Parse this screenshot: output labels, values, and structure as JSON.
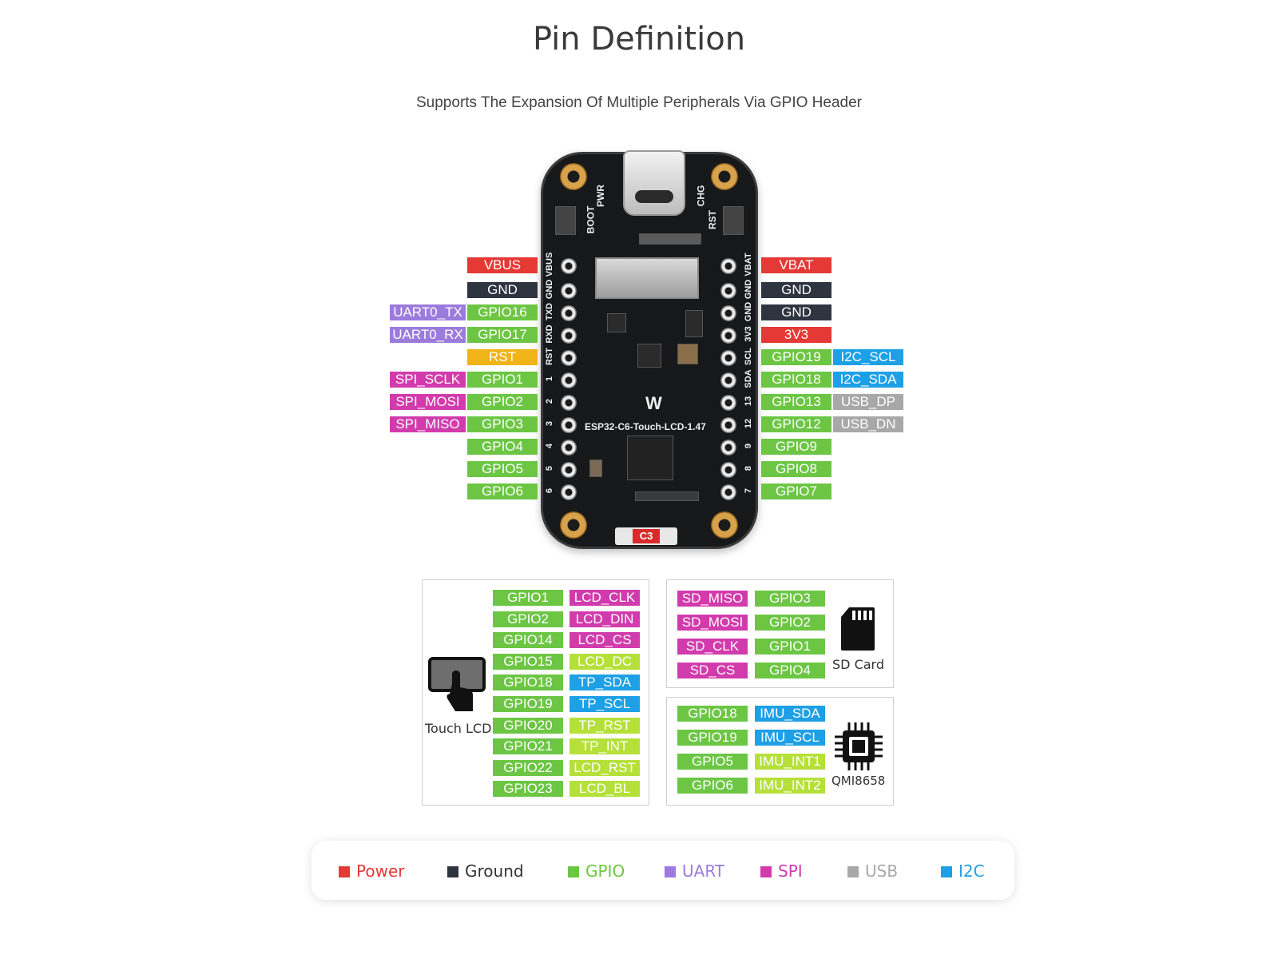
{
  "page": {
    "title": "Pin Definition",
    "subtitle": "Supports The Expansion Of Multiple Peripherals Via GPIO Header"
  },
  "colors": {
    "power": "#e53935",
    "ground": "#2e3440",
    "gpio": "#6cc644",
    "uart": "#9b7bdc",
    "spi": "#d23bac",
    "rst": "#f0b418",
    "i2c": "#1ea0e6",
    "usb": "#a8a8a8",
    "yellow_green": "#b5e03a"
  },
  "board": {
    "model_text": "ESP32-C6-Touch-LCD-1.47",
    "chip_badge": "C3",
    "silkscreen": {
      "boot": "BOOT",
      "pwr": "PWR",
      "chg": "CHG",
      "rst": "RST",
      "left_pins": [
        "VBUS",
        "GND",
        "TXD",
        "RXD",
        "RST",
        "1",
        "2",
        "3",
        "4",
        "5",
        "6"
      ],
      "right_pins": [
        "VBAT",
        "GND",
        "GND",
        "3V3",
        "SCL",
        "SDA",
        "13",
        "12",
        "9",
        "8",
        "7"
      ]
    }
  },
  "left_header": [
    {
      "pin": "VBUS",
      "pin_type": "power",
      "func": "",
      "func_type": ""
    },
    {
      "pin": "GND",
      "pin_type": "ground",
      "func": "",
      "func_type": ""
    },
    {
      "pin": "GPIO16",
      "pin_type": "gpio",
      "func": "UART0_TX",
      "func_type": "uart"
    },
    {
      "pin": "GPIO17",
      "pin_type": "gpio",
      "func": "UART0_RX",
      "func_type": "uart"
    },
    {
      "pin": "RST",
      "pin_type": "rst",
      "func": "",
      "func_type": ""
    },
    {
      "pin": "GPIO1",
      "pin_type": "gpio",
      "func": "SPI_SCLK",
      "func_type": "spi"
    },
    {
      "pin": "GPIO2",
      "pin_type": "gpio",
      "func": "SPI_MOSI",
      "func_type": "spi"
    },
    {
      "pin": "GPIO3",
      "pin_type": "gpio",
      "func": "SPI_MISO",
      "func_type": "spi"
    },
    {
      "pin": "GPIO4",
      "pin_type": "gpio",
      "func": "",
      "func_type": ""
    },
    {
      "pin": "GPIO5",
      "pin_type": "gpio",
      "func": "",
      "func_type": ""
    },
    {
      "pin": "GPIO6",
      "pin_type": "gpio",
      "func": "",
      "func_type": ""
    }
  ],
  "right_header": [
    {
      "pin": "VBAT",
      "pin_type": "power",
      "func": "",
      "func_type": ""
    },
    {
      "pin": "GND",
      "pin_type": "ground",
      "func": "",
      "func_type": ""
    },
    {
      "pin": "GND",
      "pin_type": "ground",
      "func": "",
      "func_type": ""
    },
    {
      "pin": "3V3",
      "pin_type": "power",
      "func": "",
      "func_type": ""
    },
    {
      "pin": "GPIO19",
      "pin_type": "gpio",
      "func": "I2C_SCL",
      "func_type": "i2c"
    },
    {
      "pin": "GPIO18",
      "pin_type": "gpio",
      "func": "I2C_SDA",
      "func_type": "i2c"
    },
    {
      "pin": "GPIO13",
      "pin_type": "gpio",
      "func": "USB_DP",
      "func_type": "usb"
    },
    {
      "pin": "GPIO12",
      "pin_type": "gpio",
      "func": "USB_DN",
      "func_type": "usb"
    },
    {
      "pin": "GPIO9",
      "pin_type": "gpio",
      "func": "",
      "func_type": ""
    },
    {
      "pin": "GPIO8",
      "pin_type": "gpio",
      "func": "",
      "func_type": ""
    },
    {
      "pin": "GPIO7",
      "pin_type": "gpio",
      "func": "",
      "func_type": ""
    }
  ],
  "touch_lcd": {
    "label": "Touch LCD",
    "icon": "touch-screen-icon",
    "rows": [
      {
        "gpio": "GPIO1",
        "func": "LCD_CLK",
        "func_type": "spi"
      },
      {
        "gpio": "GPIO2",
        "func": "LCD_DIN",
        "func_type": "spi"
      },
      {
        "gpio": "GPIO14",
        "func": "LCD_CS",
        "func_type": "spi"
      },
      {
        "gpio": "GPIO15",
        "func": "LCD_DC",
        "func_type": "yellow_green"
      },
      {
        "gpio": "GPIO18",
        "func": "TP_SDA",
        "func_type": "i2c"
      },
      {
        "gpio": "GPIO19",
        "func": "TP_SCL",
        "func_type": "i2c"
      },
      {
        "gpio": "GPIO20",
        "func": "TP_RST",
        "func_type": "yellow_green"
      },
      {
        "gpio": "GPIO21",
        "func": "TP_INT",
        "func_type": "yellow_green"
      },
      {
        "gpio": "GPIO22",
        "func": "LCD_RST",
        "func_type": "yellow_green"
      },
      {
        "gpio": "GPIO23",
        "func": "LCD_BL",
        "func_type": "yellow_green"
      }
    ]
  },
  "sd_card": {
    "label": "SD Card",
    "icon": "sd-card-icon",
    "rows": [
      {
        "func": "SD_MISO",
        "func_type": "spi",
        "gpio": "GPIO3"
      },
      {
        "func": "SD_MOSI",
        "func_type": "spi",
        "gpio": "GPIO2"
      },
      {
        "func": "SD_CLK",
        "func_type": "spi",
        "gpio": "GPIO1"
      },
      {
        "func": "SD_CS",
        "func_type": "spi",
        "gpio": "GPIO4"
      }
    ]
  },
  "imu": {
    "label": "QMI8658",
    "icon": "chip-icon",
    "rows": [
      {
        "gpio": "GPIO18",
        "func": "IMU_SDA",
        "func_type": "i2c"
      },
      {
        "gpio": "GPIO19",
        "func": "IMU_SCL",
        "func_type": "i2c"
      },
      {
        "gpio": "GPIO5",
        "func": "IMU_INT1",
        "func_type": "yellow_green"
      },
      {
        "gpio": "GPIO6",
        "func": "IMU_INT2",
        "func_type": "yellow_green"
      }
    ]
  },
  "legend": [
    {
      "label": "Power",
      "type": "power",
      "text_color": "#e53935"
    },
    {
      "label": "Ground",
      "type": "ground",
      "text_color": "#333333"
    },
    {
      "label": "GPIO",
      "type": "gpio",
      "text_color": "#6cc644"
    },
    {
      "label": "UART",
      "type": "uart",
      "text_color": "#9b7bdc"
    },
    {
      "label": "SPI",
      "type": "spi",
      "text_color": "#d23bac"
    },
    {
      "label": "USB",
      "type": "usb",
      "text_color": "#a8a8a8"
    },
    {
      "label": "I2C",
      "type": "i2c",
      "text_color": "#1ea0e6"
    }
  ]
}
